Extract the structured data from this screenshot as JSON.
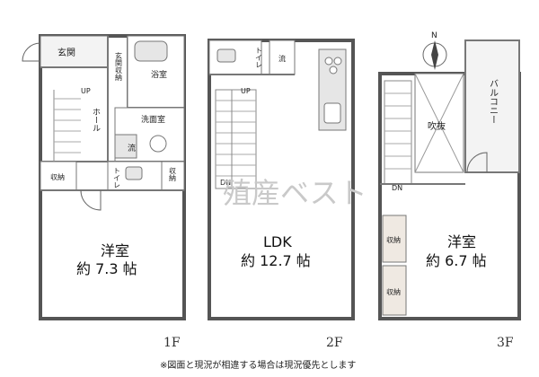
{
  "floors": [
    {
      "id": "1f",
      "label": "1F",
      "rooms": {
        "genkan": "玄関",
        "genkan_storage": "玄関収納",
        "bathroom": "浴室",
        "hall": "ホール",
        "washroom": "洗面室",
        "sink": "流",
        "toilet": "トイレ",
        "storage_left": "収納",
        "storage_right": "収納",
        "western_room": "洋室",
        "western_room_size": "約 7.3 帖"
      },
      "stair": "UP"
    },
    {
      "id": "2f",
      "label": "2F",
      "rooms": {
        "toilet": "トイレ",
        "sink": "流",
        "ldk": "LDK",
        "ldk_size": "約 12.7 帖"
      },
      "stair_up": "UP",
      "stair_down": "DN"
    },
    {
      "id": "3f",
      "label": "3F",
      "rooms": {
        "void": "吹抜",
        "balcony": "バルコニー",
        "storage_upper": "収納",
        "storage_lower": "収納",
        "western_room": "洋室",
        "western_room_size": "約 6.7 帖"
      },
      "stair_down": "DN"
    }
  ],
  "compass": "N",
  "watermark": "殖産ベスト",
  "note": "※図面と現況が相違する場合は現況優先とします",
  "colors": {
    "wall": "#555555",
    "tan_floor": "#efe9e2",
    "fixture_grey": "#e6e6e6"
  }
}
